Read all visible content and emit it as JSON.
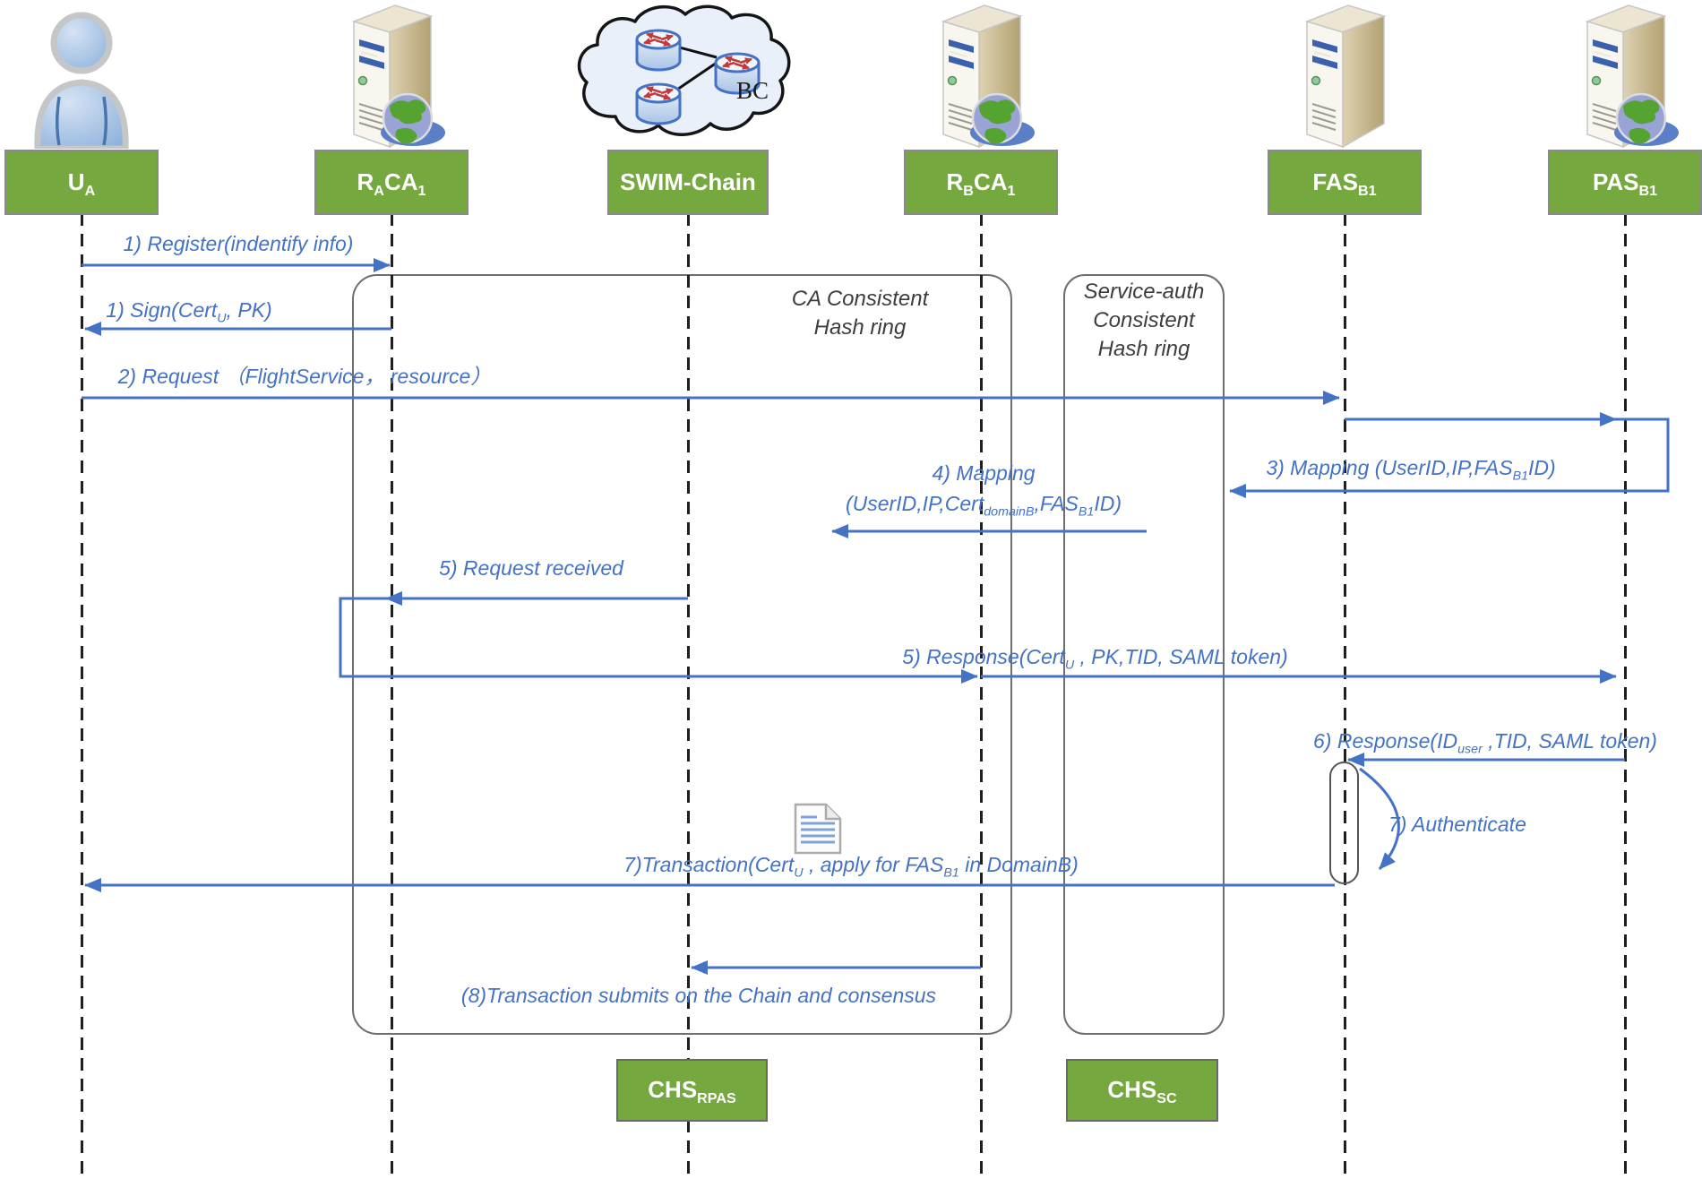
{
  "colors": {
    "accent_blue": "#4472C4",
    "actor_green": "#76A840",
    "ring_border": "#6e6e6e",
    "lifeline_black": "#1f1f1f",
    "red_router_arrows": "#c03a3a"
  },
  "cloud": {
    "label": "BC"
  },
  "actors": [
    {
      "id": "ua",
      "icon": "person-icon",
      "label": [
        {
          "t": "U"
        },
        {
          "t": "A",
          "sub": true
        }
      ]
    },
    {
      "id": "raca1",
      "icon": "server-globe-icon",
      "label": [
        {
          "t": "R"
        },
        {
          "t": "A",
          "sub": true
        },
        {
          "t": "CA"
        },
        {
          "t": "1",
          "sub": true
        }
      ]
    },
    {
      "id": "swim-chain",
      "icon": "blockchain-cloud-icon",
      "label": [
        {
          "t": "SWIM-Chain"
        }
      ]
    },
    {
      "id": "rbca1",
      "icon": "server-globe-icon",
      "label": [
        {
          "t": "R"
        },
        {
          "t": "B",
          "sub": true
        },
        {
          "t": "CA"
        },
        {
          "t": "1",
          "sub": true
        }
      ]
    },
    {
      "id": "fasb1",
      "icon": "server-icon",
      "label": [
        {
          "t": "FAS"
        },
        {
          "t": "B1",
          "sub": true
        }
      ]
    },
    {
      "id": "pasb1",
      "icon": "server-globe-icon",
      "label": [
        {
          "t": "PAS"
        },
        {
          "t": "B1",
          "sub": true
        }
      ]
    }
  ],
  "rings": [
    {
      "lines": [
        "CA Consistent",
        "Hash ring"
      ]
    },
    {
      "lines": [
        "Service-auth",
        "Consistent",
        "Hash ring"
      ]
    }
  ],
  "messages": [
    {
      "id": "m1",
      "parts": [
        {
          "t": "1) Register(indentify info)"
        }
      ]
    },
    {
      "id": "m2",
      "parts": [
        {
          "t": "1) Sign(Cert"
        },
        {
          "t": "U",
          "sub": true
        },
        {
          "t": ", PK)"
        }
      ]
    },
    {
      "id": "m3",
      "parts": [
        {
          "t": "2) Request （FlightService， resource）"
        }
      ]
    },
    {
      "id": "m4",
      "parts": [
        {
          "t": "3) Mapping (UserID,IP,FAS"
        },
        {
          "t": "B1",
          "sub": true
        },
        {
          "t": "ID)"
        }
      ]
    },
    {
      "id": "m5a",
      "parts": [
        {
          "t": "4) Mapping"
        }
      ]
    },
    {
      "id": "m5b",
      "parts": [
        {
          "t": "(UserID,IP,Cert"
        },
        {
          "t": "domainB",
          "sub": true
        },
        {
          "t": ",FAS"
        },
        {
          "t": "B1",
          "sub": true
        },
        {
          "t": "ID)"
        }
      ]
    },
    {
      "id": "m6",
      "parts": [
        {
          "t": "5) Request received"
        }
      ]
    },
    {
      "id": "m7",
      "parts": [
        {
          "t": "5) Response(Cert"
        },
        {
          "t": "U",
          "sub": true
        },
        {
          "t": " , PK,TID, SAML token)"
        }
      ]
    },
    {
      "id": "m8",
      "parts": [
        {
          "t": "6) Response(ID"
        },
        {
          "t": "user",
          "sub": true
        },
        {
          "t": " ,TID, SAML token)"
        }
      ]
    },
    {
      "id": "m9",
      "parts": [
        {
          "t": "7) Authenticate"
        }
      ]
    },
    {
      "id": "m10",
      "parts": [
        {
          "t": "7)Transaction(Cert"
        },
        {
          "t": "U",
          "sub": true
        },
        {
          "t": " , apply for FAS"
        },
        {
          "t": "B1",
          "sub": true
        },
        {
          "t": " in DomainB)"
        }
      ]
    },
    {
      "id": "m11",
      "parts": [
        {
          "t": "(8)Transaction submits on the Chain and consensus"
        }
      ]
    }
  ],
  "chs_boxes": [
    {
      "label": [
        {
          "t": "CHS"
        },
        {
          "t": "RPAS",
          "sub": true
        }
      ]
    },
    {
      "label": [
        {
          "t": "CHS"
        },
        {
          "t": "SC",
          "sub": true
        }
      ]
    }
  ]
}
